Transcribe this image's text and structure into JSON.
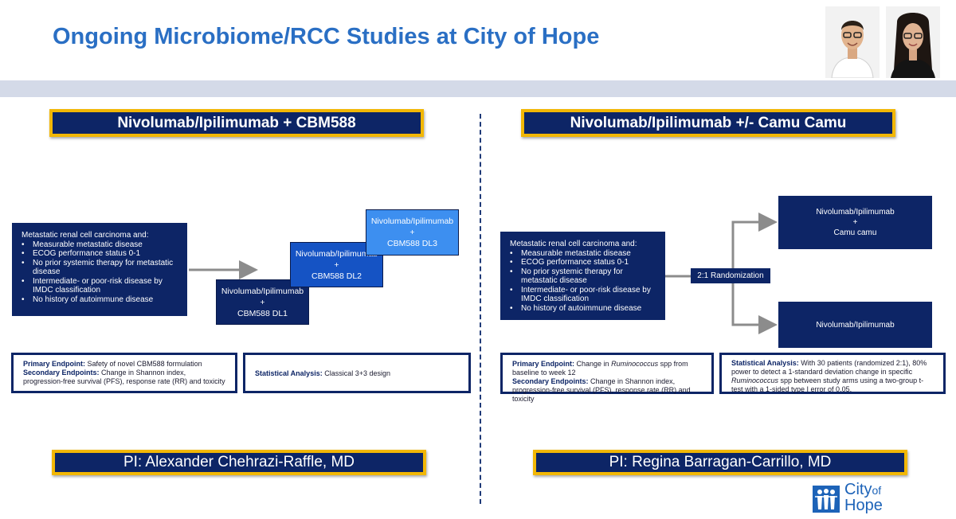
{
  "header": {
    "title": "Ongoing Microbiome/RCC Studies at City of Hope"
  },
  "left": {
    "banner": "Nivolumab/Ipilimumab + CBM588",
    "criteria": {
      "intro": "Metastatic renal cell carcinoma and:",
      "items": [
        "Measurable metastatic disease",
        "ECOG performance status 0-1",
        "No prior systemic therapy for metastatic disease",
        "Intermediate- or poor-risk disease by IMDC classification",
        "No history of autoimmune disease"
      ]
    },
    "dose_levels": [
      {
        "drug": "Nivolumab/Ipilimumab",
        "plus": "+",
        "level": "CBM588 DL1"
      },
      {
        "drug": "Nivolumab/Ipilimumab",
        "plus": "+",
        "level": "CBM588 DL2"
      },
      {
        "drug": "Nivolumab/Ipilimumab",
        "plus": "+",
        "level": "CBM588 DL3"
      }
    ],
    "endpoints": {
      "primary_label": "Primary Endpoint:",
      "primary_text": "Safety of novel CBM588 formulation",
      "secondary_label": "Secondary Endpoints:",
      "secondary_text": "Change in Shannon index, progression-free survival (PFS), response rate (RR) and toxicity"
    },
    "stats": {
      "label": "Statistical Analysis:",
      "text": "Classical 3+3 design"
    },
    "pi": "PI: Alexander Chehrazi-Raffle, MD"
  },
  "right": {
    "banner": "Nivolumab/Ipilimumab +/- Camu Camu",
    "criteria": {
      "intro": "Metastatic renal cell carcinoma and:",
      "items": [
        "Measurable metastatic disease",
        "ECOG performance status 0-1",
        "No prior systemic therapy for metastatic disease",
        "Intermediate- or poor-risk disease by IMDC classification",
        "No history of autoimmune disease"
      ]
    },
    "randomization": "2:1 Randomization",
    "arm_a": {
      "drug": "Nivolumab/Ipilimumab",
      "plus": "+",
      "add": "Camu camu"
    },
    "arm_b": {
      "drug": "Nivolumab/Ipilimumab"
    },
    "endpoints": {
      "primary_label": "Primary Endpoint:",
      "primary_pre": "Change in ",
      "primary_italic": "Ruminococcus",
      "primary_post": " spp from baseline to week 12",
      "secondary_label": "Secondary Endpoints:",
      "secondary_text": "Change in Shannon index, progression-free survival (PFS), response rate (RR) and toxicity"
    },
    "stats": {
      "label": "Statistical Analysis:",
      "pre": "With 30 patients (randomized 2:1), 80% power to detect a 1-standard deviation change in specific ",
      "italic": "Ruminococcus",
      "post": " spp between study arms using a two-group t-test with a 1-sided type I error of 0.05."
    },
    "pi": "PI: Regina Barragan-Carrillo, MD"
  },
  "logo": {
    "line1": "City",
    "line1_small": "of",
    "line2": "Hope",
    "color": "#1d63b8"
  }
}
